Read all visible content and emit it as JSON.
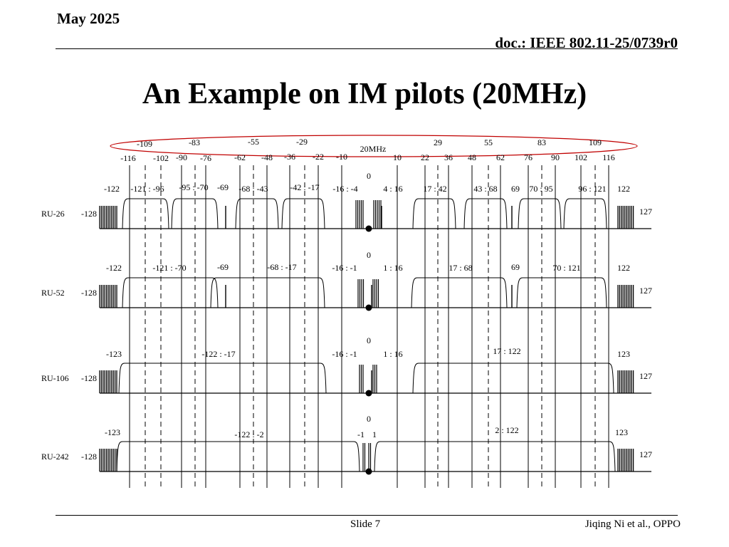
{
  "header": {
    "date": "May 2025",
    "doc": "doc.: IEEE 802.11-25/0739r0"
  },
  "title": "An Example on IM pilots (20MHz)",
  "footer": {
    "slide": "Slide 7",
    "author": "Jiqing Ni et al., OPPO"
  },
  "diagram": {
    "bandwidth_label": "20MHz",
    "pilots_top": [
      "-109",
      "-83",
      "-55",
      "-29",
      "29",
      "55",
      "83",
      "109"
    ],
    "pilots_bottom": [
      "-116",
      "-102",
      "-90",
      "-76",
      "-62",
      "-48",
      "-36",
      "-22",
      "-10",
      "10",
      "22",
      "36",
      "48",
      "62",
      "76",
      "90",
      "102",
      "116"
    ],
    "rows": [
      {
        "name": "RU-26",
        "left_edge": "-128",
        "right_edge": "127",
        "dc": "0",
        "labels": [
          "-122",
          "-121 : -96",
          "-95 : -70",
          "-69",
          "-68 : -43",
          "-42 : -17",
          "-16 : -4",
          "4 : 16",
          "17 : 42",
          "43 : 68",
          "69",
          "70 : 95",
          "96 : 121",
          "122"
        ]
      },
      {
        "name": "RU-52",
        "left_edge": "-128",
        "right_edge": "127",
        "dc": "0",
        "labels": [
          "-122",
          "-121 : -70",
          "-69",
          "-68 : -17",
          "-16 : -1",
          "1 : 16",
          "17 : 68",
          "69",
          "70 : 121",
          "122"
        ]
      },
      {
        "name": "RU-106",
        "left_edge": "-128",
        "right_edge": "127",
        "dc": "0",
        "labels": [
          "-123",
          "-122 : -17",
          "-16 : -1",
          "1 : 16",
          "17 : 122",
          "123"
        ]
      },
      {
        "name": "RU-242",
        "left_edge": "-128",
        "right_edge": "127",
        "dc": "0",
        "labels": [
          "-123",
          "-122 : -2",
          "-1",
          "1",
          "2 : 122",
          "123"
        ]
      }
    ]
  }
}
